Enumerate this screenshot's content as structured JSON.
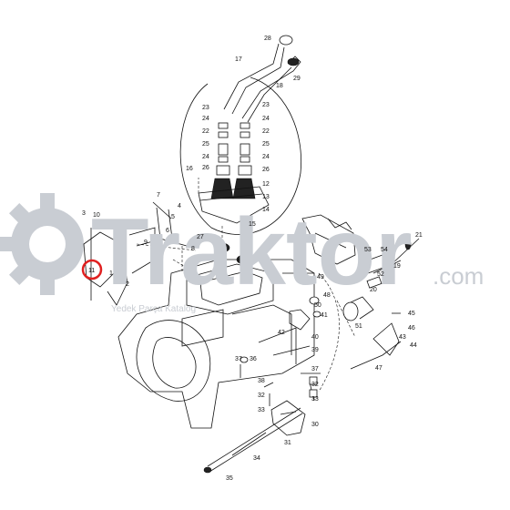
{
  "watermark": {
    "brand": "Traktor",
    "suffix": ".com",
    "subtitle": "Yedek Parça Katalog",
    "gear_color": "#c9cdd3"
  },
  "highlight": {
    "part": "11",
    "color": "#e02020"
  },
  "part_labels": [
    "28",
    "17",
    "18",
    "29",
    "23",
    "23",
    "24",
    "24",
    "22",
    "22",
    "25",
    "25",
    "24",
    "24",
    "26",
    "26",
    "16",
    "27",
    "8",
    "9",
    "10",
    "3",
    "11",
    "12",
    "13",
    "14",
    "15",
    "2",
    "1",
    "7",
    "5",
    "4",
    "6",
    "21",
    "53",
    "54",
    "52",
    "19",
    "20",
    "49",
    "48",
    "50",
    "41",
    "51",
    "45",
    "46",
    "43",
    "44",
    "42",
    "39",
    "40",
    "47",
    "36",
    "37",
    "38",
    "32",
    "33",
    "34",
    "35",
    "30",
    "31",
    "37",
    "32",
    "33"
  ]
}
